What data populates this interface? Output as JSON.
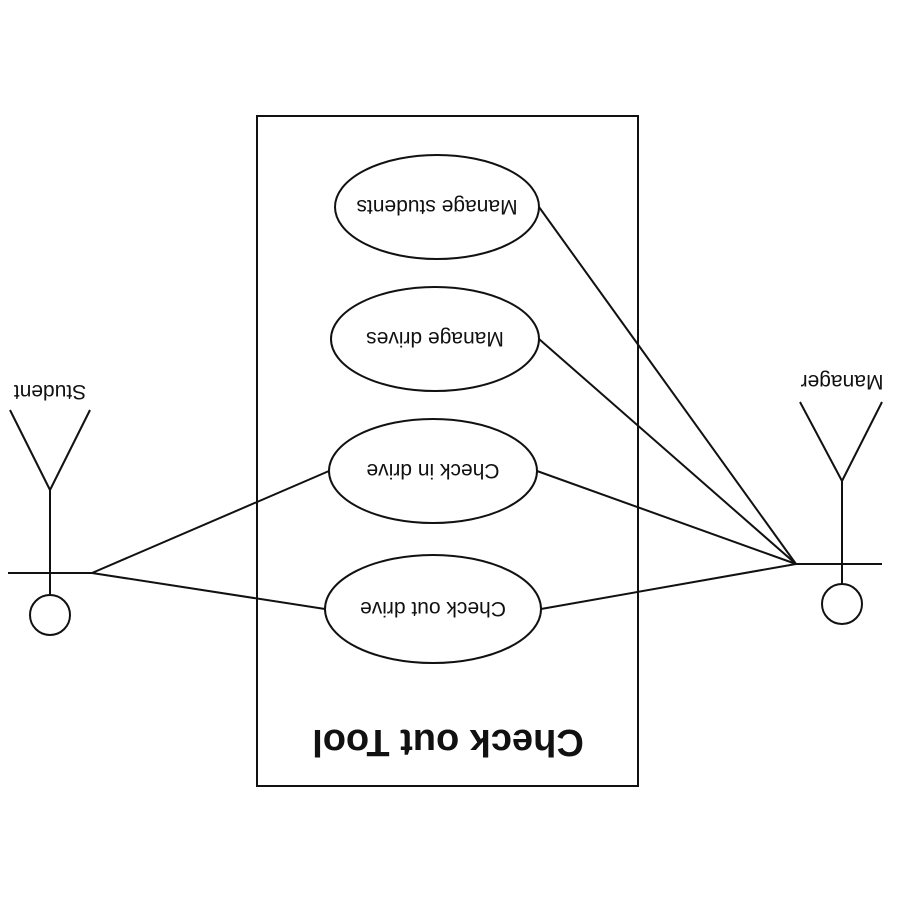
{
  "system": {
    "title": "Check out Tool"
  },
  "actors": {
    "student": {
      "label": "Student"
    },
    "manager": {
      "label": "Manager"
    }
  },
  "use_cases": {
    "manage_students": "Manage students",
    "manage_drives": "Manage drives",
    "check_in_drive": "Check in drive",
    "check_out_drive": "Check out drive"
  },
  "note": "The entire diagram is rendered upside-down (rotated 180 degrees) in the original image."
}
